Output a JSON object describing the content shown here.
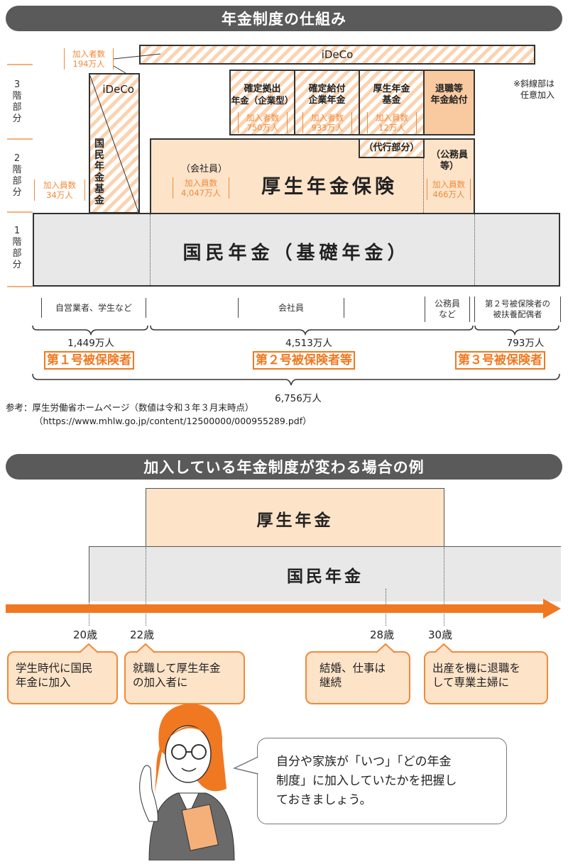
{
  "section1": {
    "title": "年金制度の仕組み",
    "levels": [
      "3階部分",
      "2階部分",
      "1階部分"
    ],
    "ideco_wide": "iDeCo",
    "ideco_count": {
      "label": "加入者数",
      "value": "194万人"
    },
    "ideco_small": "iDeCo",
    "kokumin_kikin": {
      "label": "国民年金基金",
      "count_label": "加入員数",
      "count": "34万人"
    },
    "note": [
      "※斜線部は",
      "任意加入"
    ],
    "tier3": [
      {
        "name": [
          "確定拠出",
          "年金（企業型）"
        ],
        "count_label": "加入者数",
        "count": "750万人"
      },
      {
        "name": [
          "確定給付",
          "企業年金"
        ],
        "count_label": "加入者数",
        "count": "933万人"
      },
      {
        "name": [
          "厚生年金",
          "基金"
        ],
        "count_label": "加入員数",
        "count": "12万人"
      },
      {
        "name": [
          "退職等",
          "年金給付"
        ]
      }
    ],
    "kosei": {
      "title": "厚生年金保険",
      "company": "（会社員）",
      "company_count_label": "加入員数",
      "company_count": "4,047万人",
      "daiko": "（代行部分）",
      "koumuin": [
        "（公務員",
        "等）"
      ],
      "koumuin_count_label": "加入員数",
      "koumuin_count": "466万人"
    },
    "kokumin": "国民年金（基礎年金）",
    "groups": [
      {
        "desc": "自営業者、学生など",
        "count": "1,449万人",
        "label": "第１号被保険者"
      },
      {
        "desc": "会社員",
        "desc2": [
          "公務員",
          "など"
        ],
        "count": "4,513万人",
        "label": "第２号被保険者等"
      },
      {
        "desc": [
          "第２号被保険者の",
          "被扶養配偶者"
        ],
        "count": "793万人",
        "label": "第３号被保険者"
      }
    ],
    "total": "6,756万人",
    "reference": [
      "参考：厚生労働省ホームページ（数値は令和３年３月末時点）",
      "（https://www.mhlw.go.jp/content/12500000/000955289.pdf）"
    ]
  },
  "section2": {
    "title": "加入している年金制度が変わる場合の例",
    "kosei": "厚生年金",
    "kokumin": "国民年金",
    "ages": [
      "20歳",
      "22歳",
      "28歳",
      "30歳"
    ],
    "callouts": [
      [
        "学生時代に国民",
        "年金に加入"
      ],
      [
        "就職して厚生年金",
        "の加入者に"
      ],
      [
        "結婚、仕事は",
        "継続"
      ],
      [
        "出産を機に退職を",
        "して専業主婦に"
      ]
    ],
    "speech": [
      "自分や家族が「いつ」「どの年金",
      "制度」に加入していたかを把握し",
      "ておきましょう。"
    ]
  },
  "colors": {
    "orange": "#f07820",
    "peach": "#fde3c8",
    "gray": "#e8e8e8",
    "header": "#5a5a5a"
  }
}
